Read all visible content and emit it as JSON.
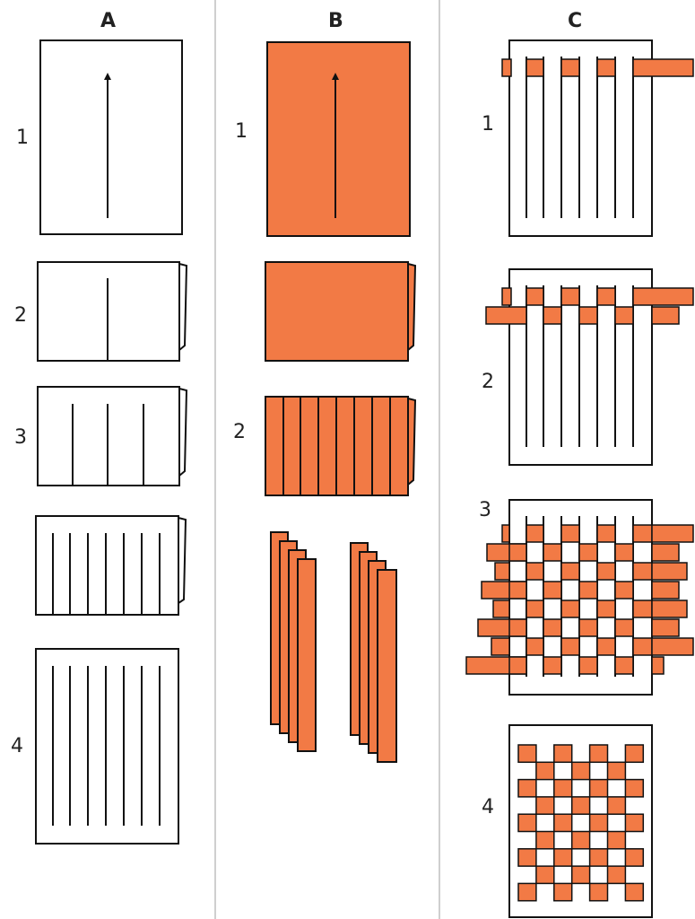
{
  "columns": {
    "a": {
      "header": "A",
      "steps": [
        "1",
        "2",
        "3",
        "4"
      ]
    },
    "b": {
      "header": "B",
      "steps": [
        "1",
        "2"
      ]
    },
    "c": {
      "header": "C",
      "steps": [
        "1",
        "2",
        "3",
        "4"
      ]
    }
  },
  "colors": {
    "paper": "#ffffff",
    "orange": "#f27a45",
    "stroke": "#111111",
    "divider": "#cfcfcf"
  }
}
